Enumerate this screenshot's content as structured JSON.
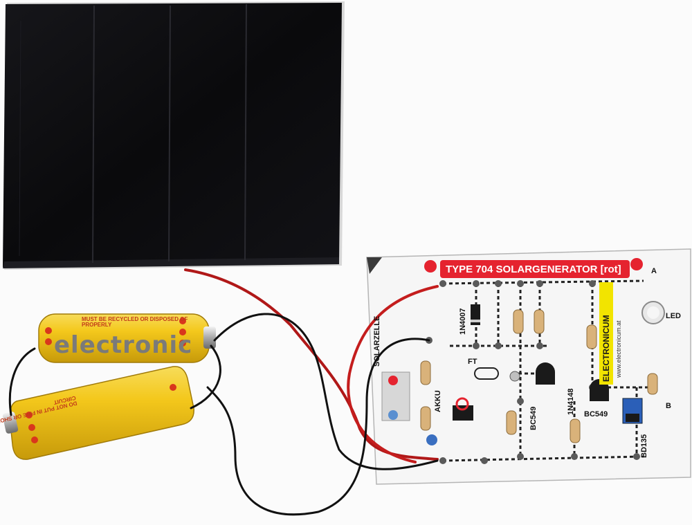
{
  "board": {
    "title": "TYPE 704  SOLARGENERATOR [rot]",
    "brand": "ELECTRONICUM",
    "url": "www.electronicum.at",
    "labels": {
      "diode_1n4007": "1N4007",
      "solarzelle": "SOLARZELLE",
      "akku": "AKKU",
      "ft": "FT",
      "bc549_a": "BC549",
      "diode_1n4148": "1N4148",
      "bc549_b": "BC549",
      "bd135": "BD135",
      "led": "LED",
      "terminal_a": "A",
      "terminal_b": "B"
    },
    "colors": {
      "banner": "#e5232f",
      "brand_strip": "#f2e400"
    }
  },
  "batteries": {
    "brand_word": "electronic",
    "recycle_notice": "MUST BE RECYCLED OR DISPOSED OF PROPERLY",
    "safety_notice": "DO NOT PUT IN FIRE OR SHORT CIRCUIT",
    "color": "#f0c418"
  },
  "solar_panel": {
    "color": "#0b0b0d"
  }
}
